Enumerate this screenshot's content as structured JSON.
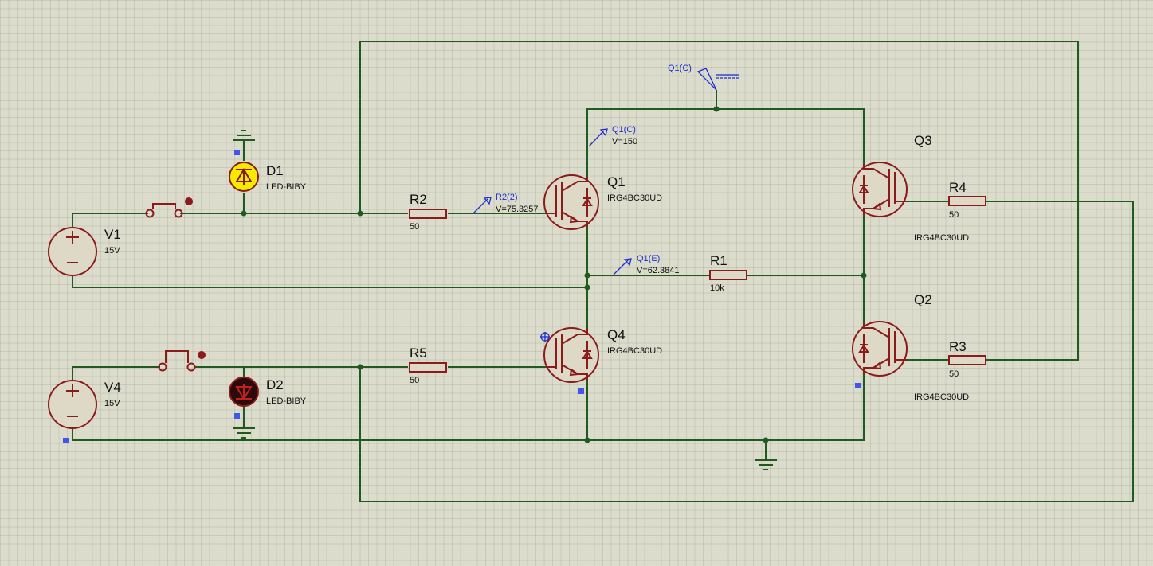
{
  "components": {
    "v1": {
      "ref": "V1",
      "value": "15V"
    },
    "v4": {
      "ref": "V4",
      "value": "15V"
    },
    "d1": {
      "ref": "D1",
      "value": "LED-BIBY",
      "lit": true,
      "fill_color": "#f5ea00"
    },
    "d2": {
      "ref": "D2",
      "value": "LED-BIBY",
      "lit": false,
      "fill_color": "#2a0a0a"
    },
    "r1": {
      "ref": "R1",
      "value": "10k"
    },
    "r2": {
      "ref": "R2",
      "value": "50"
    },
    "r3": {
      "ref": "R3",
      "value": "50"
    },
    "r4": {
      "ref": "R4",
      "value": "50"
    },
    "r5": {
      "ref": "R5",
      "value": "50"
    },
    "q1": {
      "ref": "Q1",
      "value": "IRG4BC30UD"
    },
    "q2": {
      "ref": "Q2",
      "value": "IRG4BC30UD"
    },
    "q3": {
      "ref": "Q3",
      "value": "IRG4BC30UD"
    },
    "q4": {
      "ref": "Q4",
      "value": "IRG4BC30UD"
    }
  },
  "probes": {
    "q1c_top": {
      "label": "Q1(C)"
    },
    "q1c": {
      "label": "Q1(C)",
      "value": "V=150"
    },
    "r2_2": {
      "label": "R2(2)",
      "value": "V=75.3257"
    },
    "q1e": {
      "label": "Q1(E)",
      "value": "V=62.3841"
    }
  },
  "colors": {
    "wire": "#1f5a1f",
    "component": "#8b1a1a",
    "probe": "#1e2ed0",
    "background": "#dcdccd"
  }
}
